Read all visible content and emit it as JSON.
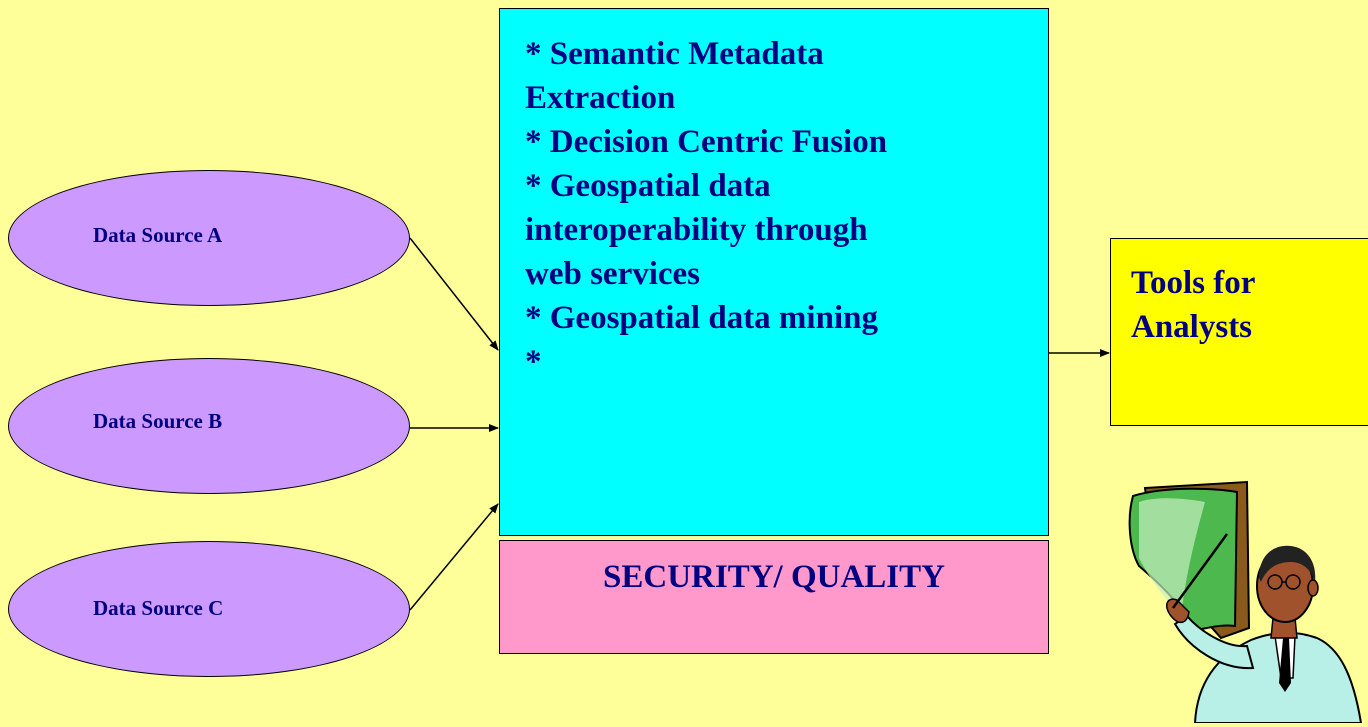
{
  "sources": [
    {
      "label": "Data Source A"
    },
    {
      "label": "Data Source B"
    },
    {
      "label": "Data Source C"
    }
  ],
  "processing": {
    "items": [
      "* Semantic Metadata",
      "Extraction",
      "* Decision Centric Fusion",
      "* Geospatial data",
      "interoperability through",
      "web services",
      "* Geospatial data mining",
      "*"
    ]
  },
  "security": {
    "label": "SECURITY/ QUALITY"
  },
  "tools": {
    "line1": "Tools for",
    "line2": "Analysts"
  },
  "colors": {
    "background": "#ffff99",
    "source_fill": "#cc99ff",
    "processing_fill": "#00ffff",
    "security_fill": "#ff99cc",
    "tools_fill": "#ffff00",
    "text": "#000080"
  },
  "icons": {
    "analyst": "presenter-with-pointer-clipart"
  }
}
